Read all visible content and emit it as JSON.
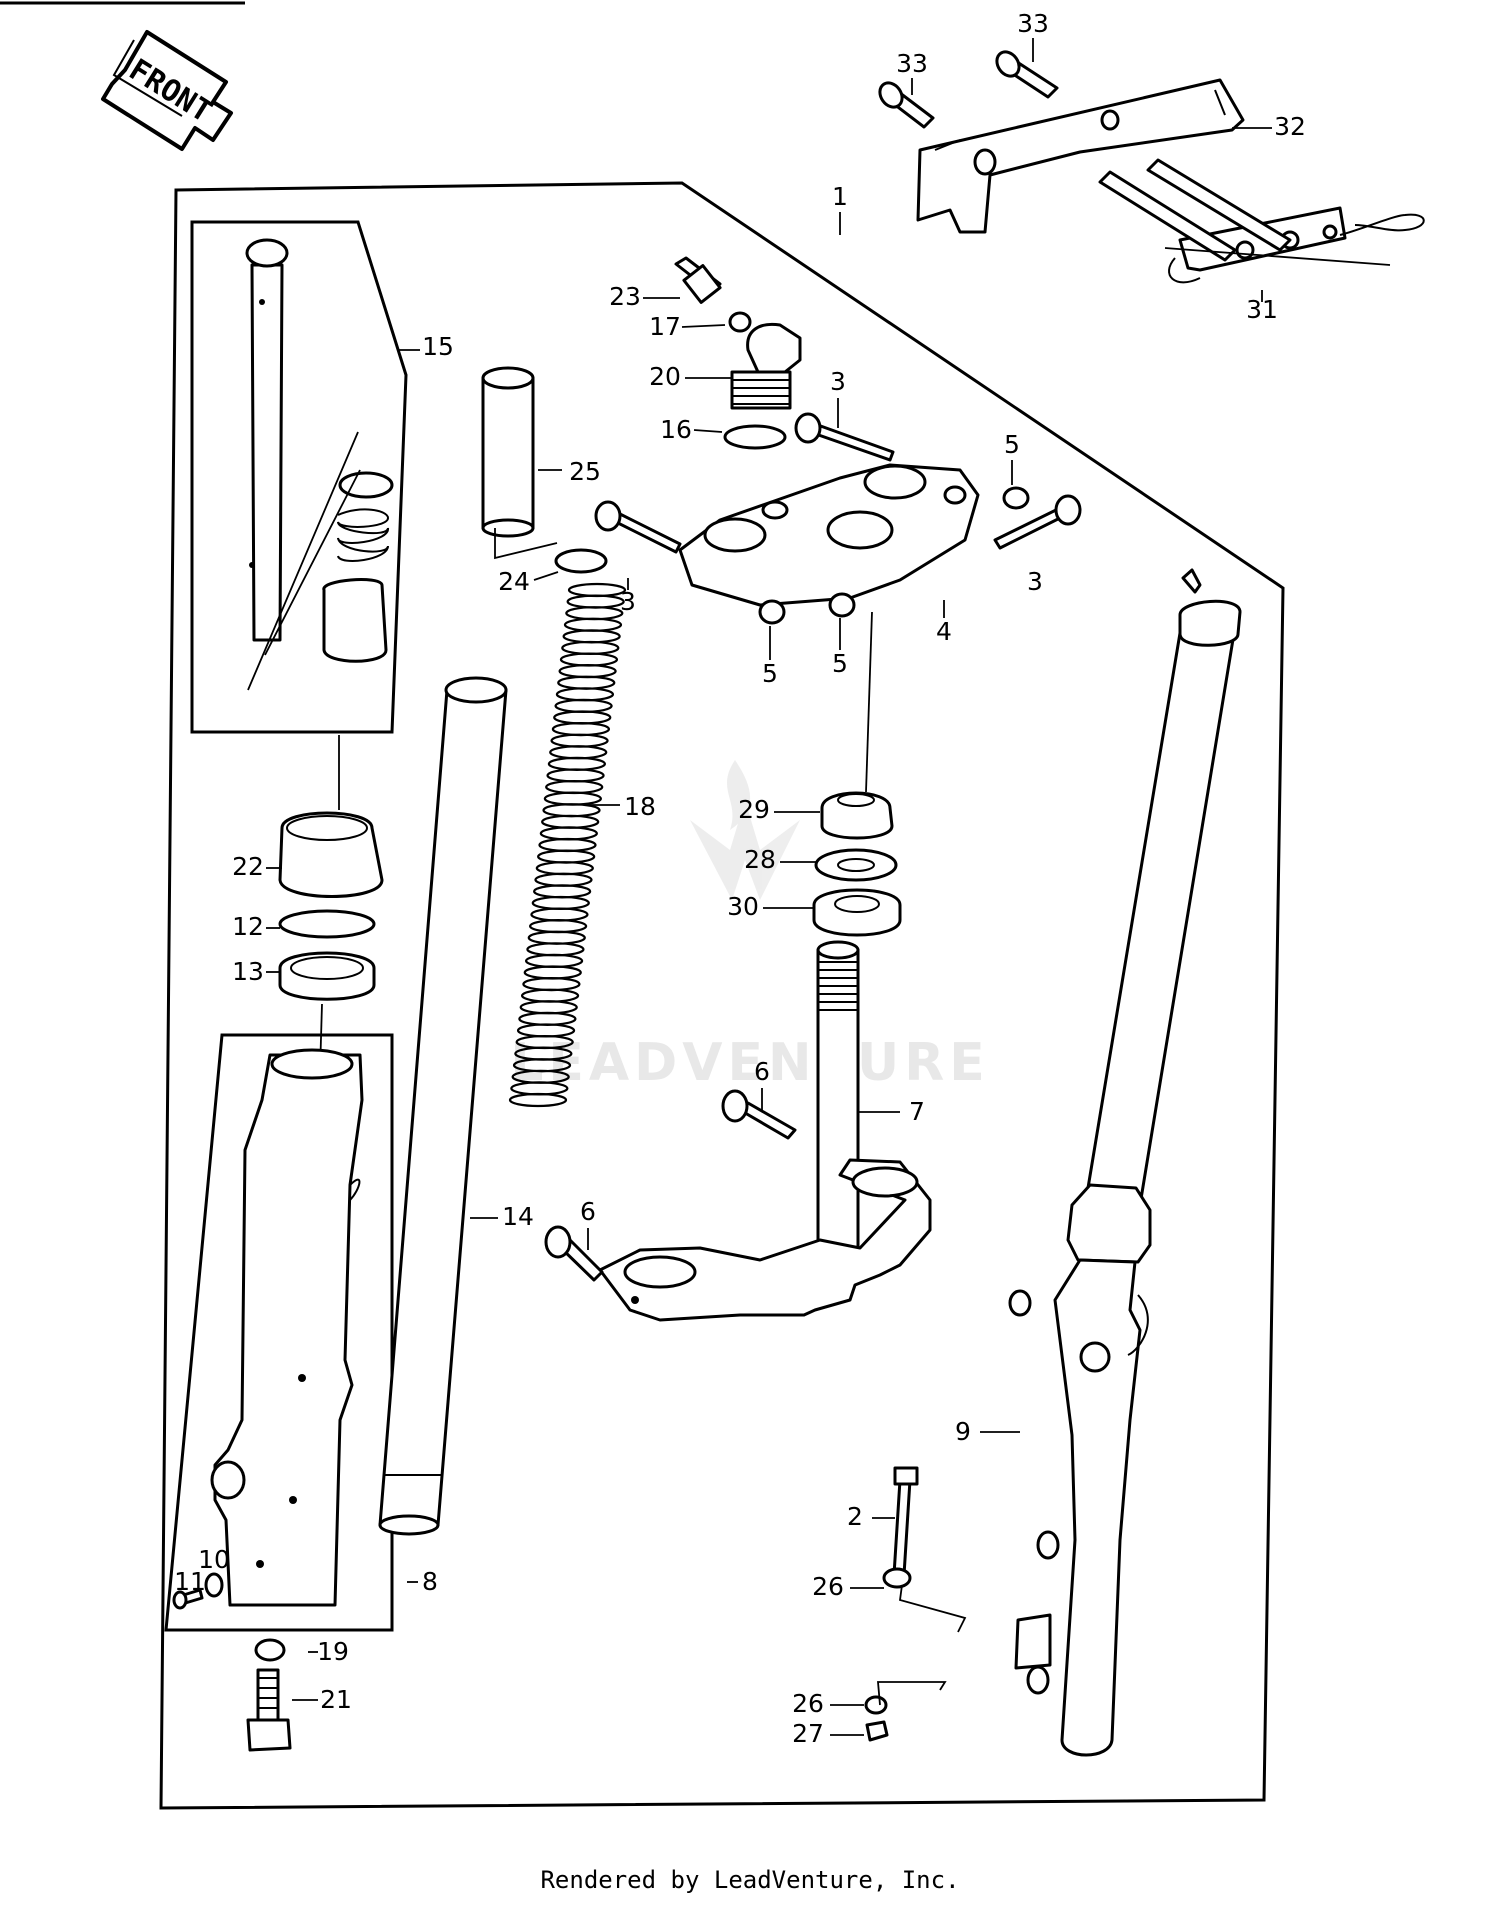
{
  "arrow_label": "FRONT",
  "watermark": "LEADVENTURE",
  "footer": "Rendered by LeadVenture, Inc.",
  "callouts": [
    {
      "id": "33a",
      "text": "33"
    },
    {
      "id": "33b",
      "text": "33"
    },
    {
      "id": "32",
      "text": "32"
    },
    {
      "id": "1",
      "text": "1"
    },
    {
      "id": "31",
      "text": "31"
    },
    {
      "id": "15",
      "text": "15"
    },
    {
      "id": "23",
      "text": "23"
    },
    {
      "id": "17",
      "text": "17"
    },
    {
      "id": "20",
      "text": "20"
    },
    {
      "id": "3a",
      "text": "3"
    },
    {
      "id": "16",
      "text": "16"
    },
    {
      "id": "25",
      "text": "25"
    },
    {
      "id": "5a",
      "text": "5"
    },
    {
      "id": "24",
      "text": "24"
    },
    {
      "id": "3b",
      "text": "3"
    },
    {
      "id": "3c",
      "text": "3"
    },
    {
      "id": "4",
      "text": "4"
    },
    {
      "id": "5b",
      "text": "5"
    },
    {
      "id": "5c",
      "text": "5"
    },
    {
      "id": "18",
      "text": "18"
    },
    {
      "id": "29",
      "text": "29"
    },
    {
      "id": "28",
      "text": "28"
    },
    {
      "id": "22",
      "text": "22"
    },
    {
      "id": "30",
      "text": "30"
    },
    {
      "id": "12",
      "text": "12"
    },
    {
      "id": "13",
      "text": "13"
    },
    {
      "id": "6a",
      "text": "6"
    },
    {
      "id": "7",
      "text": "7"
    },
    {
      "id": "14",
      "text": "14"
    },
    {
      "id": "6b",
      "text": "6"
    },
    {
      "id": "9",
      "text": "9"
    },
    {
      "id": "2",
      "text": "2"
    },
    {
      "id": "8",
      "text": "8"
    },
    {
      "id": "26a",
      "text": "26"
    },
    {
      "id": "10",
      "text": "10"
    },
    {
      "id": "11",
      "text": "11"
    },
    {
      "id": "19",
      "text": "19"
    },
    {
      "id": "26b",
      "text": "26"
    },
    {
      "id": "21",
      "text": "21"
    },
    {
      "id": "27",
      "text": "27"
    }
  ]
}
